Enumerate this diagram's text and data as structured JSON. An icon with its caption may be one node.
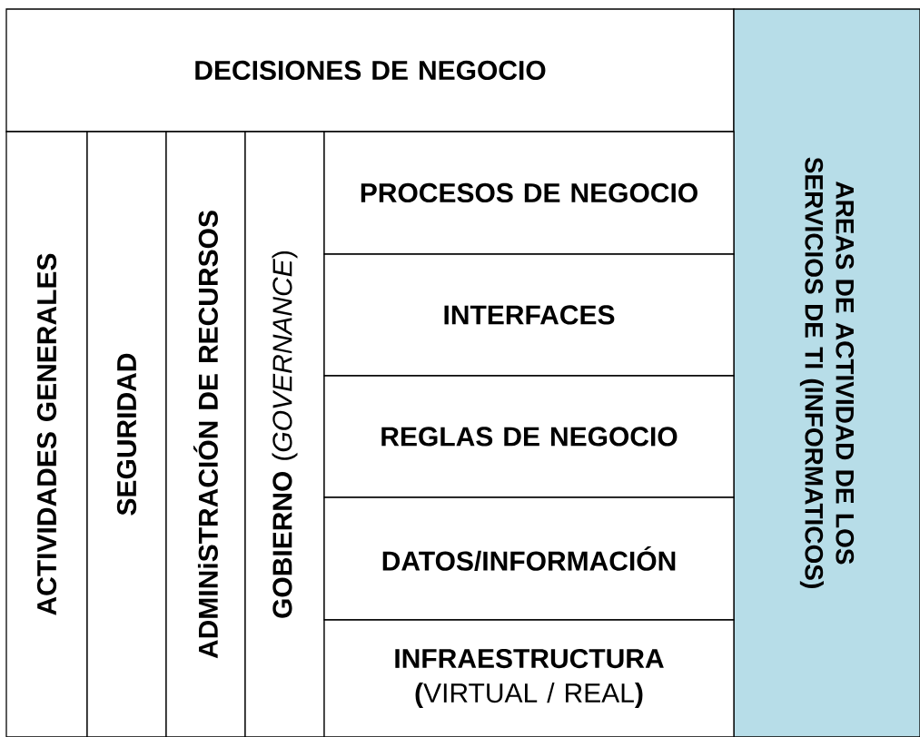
{
  "diagram": {
    "nodes": [
      {
        "text": [
          "DECISIONES DE NEGOCIO"
        ]
      },
      {
        "text": [
          "AREAS DE ACTIVIDAD DE LOS SERVICIOS DE TI (INFORMATICOS)"
        ]
      },
      {
        "text": [
          "ACTIVIDADES GENERALES"
        ]
      },
      {
        "text": [
          "SEGURIDAD"
        ]
      },
      {
        "text": [
          "ADMINiSTRACIÓN DE RECURSOS"
        ]
      },
      {
        "text": [
          "**GOBIERNO** (*GOVERNANCE*)"
        ]
      },
      {
        "text": [
          "PROCESOS DE NEGOCIO"
        ]
      },
      {
        "text": [
          "INTERFACES"
        ]
      },
      {
        "text": [
          "REGLAS DE NEGOCIO"
        ]
      },
      {
        "text": [
          "DATOS/INFORMACIÓN"
        ]
      },
      {
        "text": [
          "INFRAESTRUCTURA",
          "**(**VIRTUAL / REAL**)**"
        ]
      }
    ]
  }
}
